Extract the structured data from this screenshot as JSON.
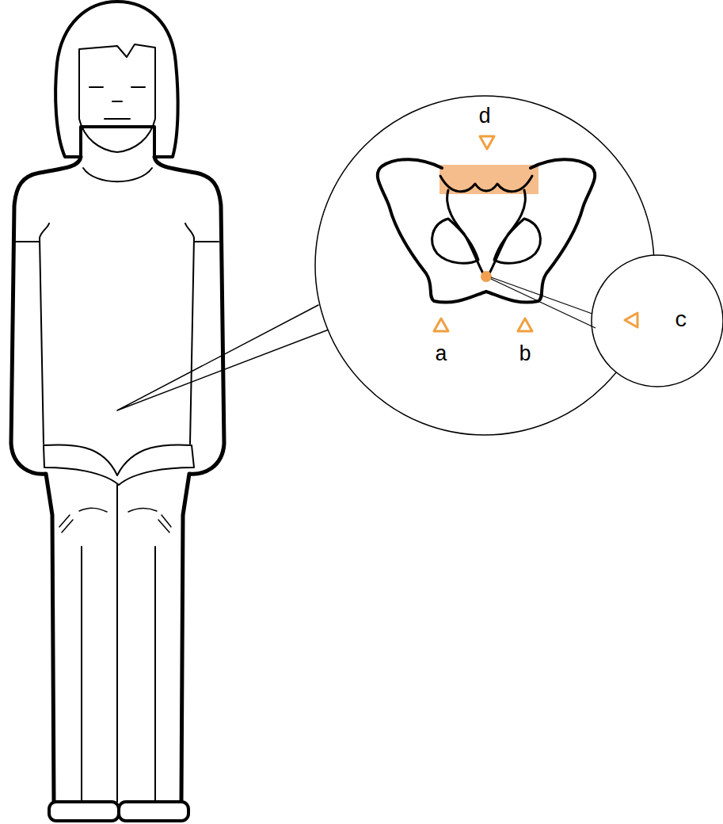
{
  "diagram": {
    "nodes": [
      {
        "text": [
          "d",
          "a",
          "b"
        ]
      },
      {
        "text": [
          "c"
        ]
      }
    ]
  }
}
